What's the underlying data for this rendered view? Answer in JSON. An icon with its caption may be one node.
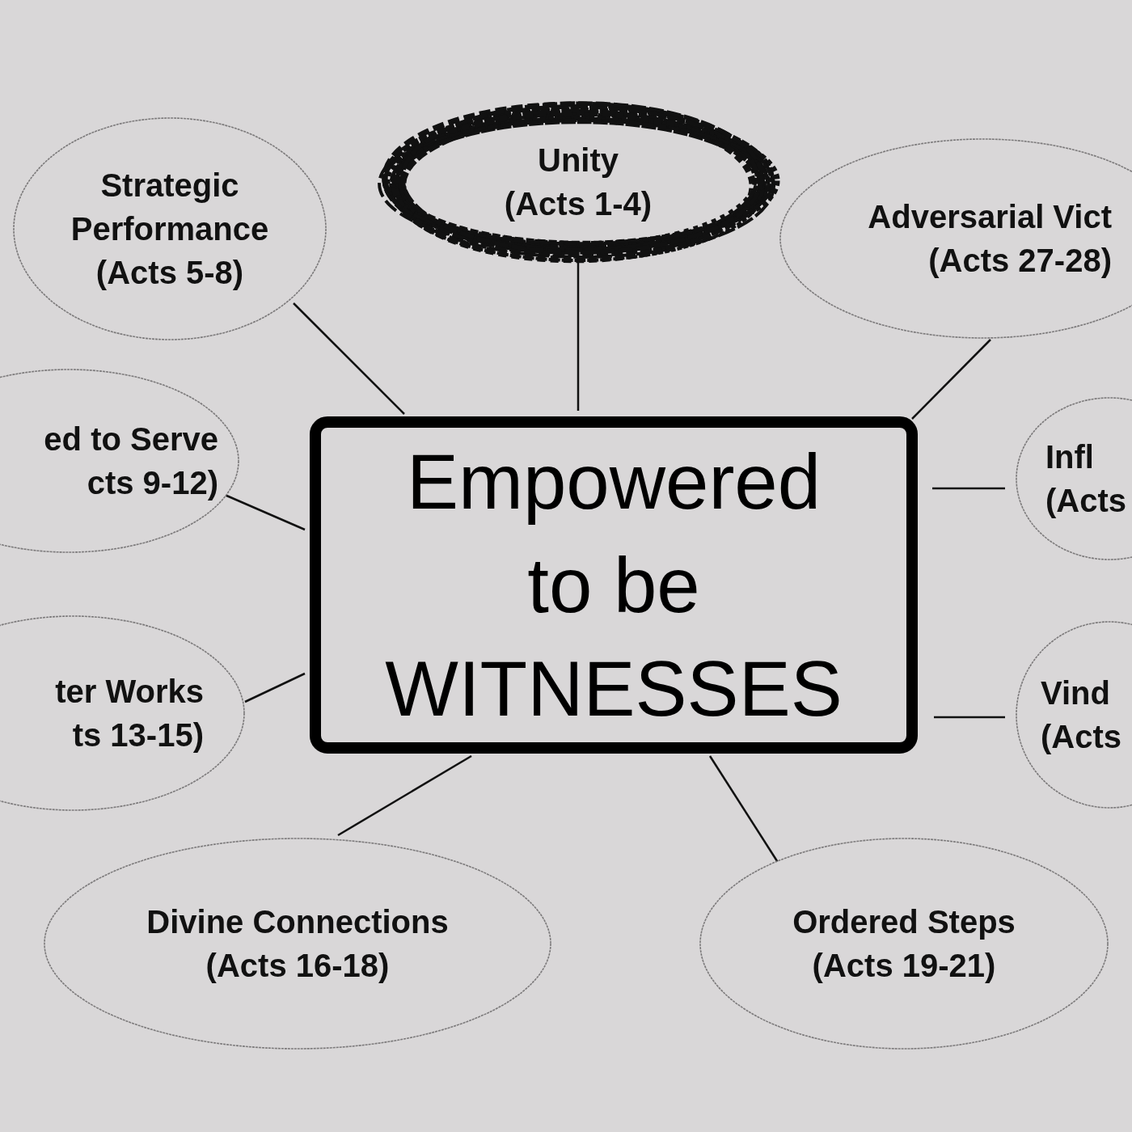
{
  "diagram": {
    "nodes": [
      {
        "text": [
          "Empowered to be WITNESSES"
        ]
      },
      {
        "text": [
          "Unity",
          "(Acts 1-4)"
        ]
      },
      {
        "text": [
          "Strategic Performance",
          "(Acts 5-8)"
        ]
      },
      {
        "text": [
          "Adversarial Vict",
          "(Acts 27-28)"
        ]
      },
      {
        "text": [
          "ed to Serve",
          "cts 9-12)"
        ]
      },
      {
        "text": [
          "Infl",
          "(Acts"
        ]
      },
      {
        "text": [
          "ter Works",
          "ts 13-15)"
        ]
      },
      {
        "text": [
          "Vind",
          "(Acts"
        ]
      },
      {
        "text": [
          "Divine Connections",
          "(Acts 16-18)"
        ]
      },
      {
        "text": [
          "Ordered Steps",
          "(Acts 19-21)"
        ]
      }
    ],
    "edges": [
      {
        "from": 0,
        "to": 1,
        "arrow": "none"
      },
      {
        "from": 0,
        "to": 2,
        "arrow": "none"
      },
      {
        "from": 0,
        "to": 3,
        "arrow": "none"
      },
      {
        "from": 0,
        "to": 4,
        "arrow": "none"
      },
      {
        "from": 0,
        "to": 5,
        "arrow": "none"
      },
      {
        "from": 0,
        "to": 6,
        "arrow": "none"
      },
      {
        "from": 0,
        "to": 7,
        "arrow": "none"
      },
      {
        "from": 0,
        "to": 8,
        "arrow": "none"
      },
      {
        "from": 0,
        "to": 9,
        "arrow": "none"
      }
    ]
  }
}
